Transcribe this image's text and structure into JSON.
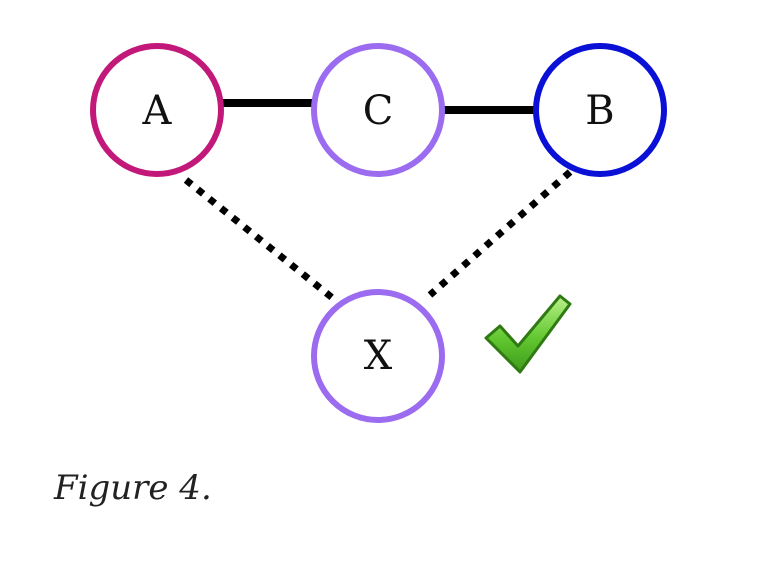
{
  "nodes": {
    "a": {
      "label": "A",
      "color": "#c2187a"
    },
    "c": {
      "label": "C",
      "color": "#9b6cf0"
    },
    "b": {
      "label": "B",
      "color": "#0a10d6"
    },
    "x": {
      "label": "X",
      "color": "#9b6cf0"
    }
  },
  "edges": [
    {
      "from": "A",
      "to": "C",
      "style": "solid"
    },
    {
      "from": "C",
      "to": "B",
      "style": "solid"
    },
    {
      "from": "A",
      "to": "X",
      "style": "dotted"
    },
    {
      "from": "B",
      "to": "X",
      "style": "dotted"
    }
  ],
  "icons": {
    "checkmark": {
      "name": "checkmark-icon",
      "color": "#5ac12a"
    }
  },
  "caption": "Figure 4."
}
